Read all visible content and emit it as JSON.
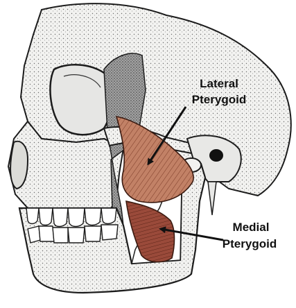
{
  "labels": {
    "lateral_line1": "Lateral",
    "lateral_line2": "Pterygoid",
    "medial_line1": "Medial",
    "medial_line2": "Pterygoid"
  },
  "colors": {
    "bone_fill": "#f1f1ef",
    "bone_outline": "#1c1c1c",
    "cavity_fill": "#9c9c9c",
    "muscle_lateral": "#c28166",
    "muscle_medial": "#9a4a3a",
    "muscle_fiber": "#5a2418",
    "background": "#ffffff"
  },
  "icons": {
    "lateral_arrow": "arrow-icon",
    "medial_arrow": "arrow-icon"
  }
}
